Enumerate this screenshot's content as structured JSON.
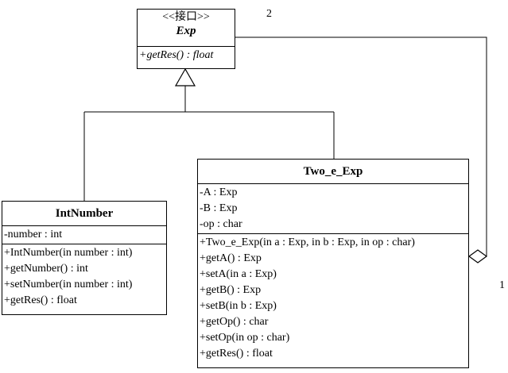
{
  "interface": {
    "stereotype": "<<接口>>",
    "name": "Exp",
    "methods": [
      "+getRes() : float"
    ]
  },
  "int_number": {
    "name": "IntNumber",
    "attributes": [
      "-number : int"
    ],
    "methods": [
      "+IntNumber(in number : int)",
      "+getNumber() : int",
      "+setNumber(in number : int)",
      "+getRes() : float"
    ]
  },
  "two_e_exp": {
    "name": "Two_e_Exp",
    "attributes": [
      "-A : Exp",
      "-B : Exp",
      "-op : char"
    ],
    "methods": [
      "+Two_e_Exp(in a : Exp, in b : Exp, in op : char)",
      "+getA() : Exp",
      "+setA(in a : Exp)",
      "+getB() : Exp",
      "+setB(in b : Exp)",
      "+getOp() : char",
      "+setOp(in op : char)",
      "+getRes() : float"
    ]
  },
  "multiplicity": {
    "aggregate_end": "2",
    "whole_end": "1"
  }
}
